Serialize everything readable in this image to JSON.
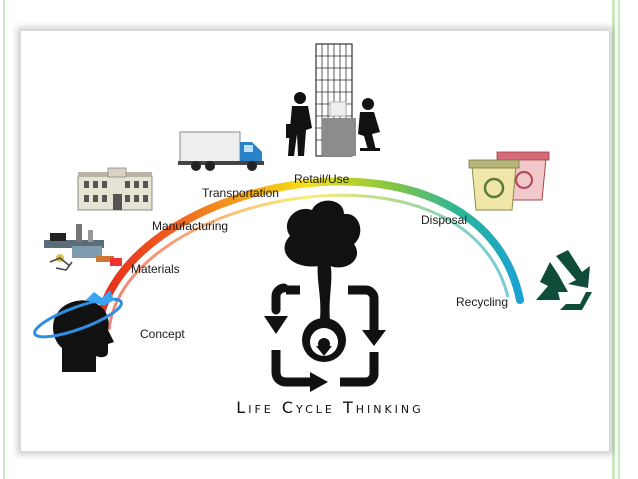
{
  "diagram": {
    "title": "Life Cycle Thinking",
    "stages": {
      "concept": "Concept",
      "materials": "Materials",
      "manufacturing": "Manufacturing",
      "transportation": "Transportation",
      "retail": "Retail/Use",
      "disposal": "Disposal",
      "recycling": "Recycling"
    }
  },
  "icons": {
    "concept": "head-with-orbit-icon",
    "materials": "circuit-board-icon",
    "manufacturing": "factory-building-icon",
    "transportation": "truck-icon",
    "retail": "office-skyscraper-people-icon",
    "disposal": "waste-bins-icon",
    "recycling": "recycle-icon",
    "center": "tree-cycle-icon"
  },
  "colors": {
    "arc_start": "#e5241d",
    "arc_mid_orange": "#f39a1e",
    "arc_yellow": "#f5e11a",
    "arc_green": "#8cc63f",
    "arc_end": "#1aa0d8",
    "recycle": "#0f4d3a",
    "ink": "#1a1a1a"
  }
}
